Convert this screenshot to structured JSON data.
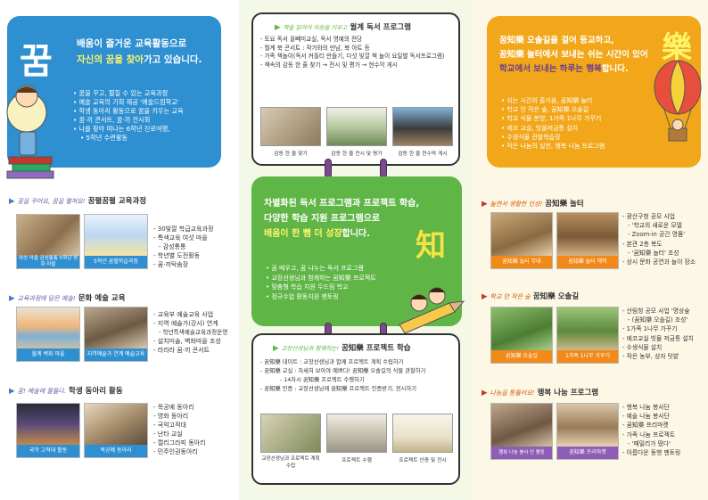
{
  "colors": {
    "blue": "#2e8fd1",
    "green": "#5fb545",
    "orange": "#f2a71a",
    "purple": "#6a5aa6"
  },
  "left_panel": {
    "hero": {
      "glyph": "꿈",
      "title_line1": "배움이 즐거운 교육활동으로",
      "title_hl": "자신의 꿈을 찾아",
      "title_line2_tail": "가고 있습니다.",
      "items": [
        "꿈을 꾸고, 펼칠 수 있는 교육과정",
        "예술 교육의 기회 제공 '예술드림학교'",
        "학생 동아리 활동으로 꿈을 키우는 교육",
        "꿈·끼 콘서트, 꿈·끼 전시회",
        "나를 찾아 떠나는 6학년 진로여행,",
        "5학년 수련활동"
      ]
    },
    "sections": [
      {
        "pre": "꿈을 꾸어요, 꿈을 펼쳐요!",
        "title": "꿈펼꿈펼 교육과정",
        "photos": [
          "여섯 마을 감성통통 5학년 영화 마을",
          "5학년 꿈펼학습과정"
        ],
        "items": [
          "30빛깔 학급교육과정",
          "특색교육 여섯 마을",
          "감성통통",
          "학년별 도전활동",
          "꿈·끼탁솜장"
        ]
      },
      {
        "pre": "교육과정에 담은 예술!",
        "title": "문화 예술 교육",
        "photos": [
          "월계 벽화 마을",
          "지역예술가 연계 예술교육"
        ],
        "items": [
          "교육부 예술교육 사업",
          "지역 예술가(강사) 연계",
          "학년특색예술교육과정운영",
          "설치미술, 벽화마을 조성",
          "라라라 꿈·끼 콘서트"
        ]
      },
      {
        "pre": "꿈! 예술에 물들다.",
        "title": "학생 동아리 활동",
        "photos": [
          "국악 고적대 활동",
          "목공예 동아리"
        ],
        "items": [
          "목공예 동아리",
          "영화 동아리",
          "국악고적대",
          "난타 교실",
          "캘리그라피 동아리",
          "민주인권동아리"
        ]
      }
    ]
  },
  "middle_panel": {
    "card_top": {
      "pre": "책을 읽어야 마음을 키우고",
      "title": "월계 독서 프로그램",
      "items": [
        "토요 독서 올빼미교실, 독서 명예의 전당",
        "월계 북 콘서트 : 작가와의 만남, 북 아트 등",
        "가족 책놀이(독서 커플티 만들기, 다섯 빛깔 책 놀이 요일별 독서프로그램)",
        "책속의 감동 한 줄 찾기 → 전시 및 평가 → 현수막 게시"
      ],
      "thumbs": [
        "감동 한 줄 찾기",
        "감동 한 줄 전시 및 평가",
        "감동 한 줄 현수막 게시"
      ]
    },
    "hero": {
      "glyph": "知",
      "title_line1": "차별화된 독서 프로그램과 프로젝트 학습,",
      "title_line2": "다양한 학습 지원 프로그램으로",
      "title_hl": "배움이 한 뼘 더 성장",
      "title_tail": "합니다.",
      "items": [
        "꿈 배우고, 꿈 나누는 독서 프로그램",
        "교장선생님과 함께하는 꿈知樂 프로젝트",
        "맞춤형 학습 지원 두드림 학교",
        "정규수업 활동지원 멘토링"
      ]
    },
    "card_bottom": {
      "pre": "교장선생님과 함께하는!",
      "title": "꿈知樂 프로젝트 학습",
      "items": [
        "꿈知樂 데이트 : 교장선생님과 함께 프로젝트 계획 수립하기",
        "꿈知樂 교실 : 자세히 보아야 예쁘다! 꿈知樂 오솔길의 식물 관찰하기",
        "14차시 꿈知樂 프로젝트 수행하기",
        "꿈知樂 인증 : 교장선생님께 꿈知樂 프로젝트 인증받기, 전시하기"
      ],
      "thumbs": [
        "교장선생님과 프로젝트 계획수립",
        "프로젝트 수행",
        "프로젝트 인증 및 전시"
      ]
    }
  },
  "right_panel": {
    "hero": {
      "glyph": "樂",
      "title_line1": "꿈知樂 오솔길을 걸어 등교하고,",
      "title_line2": "꿈知樂 놀터에서 보내는 쉬는 시간이 있어",
      "title_hl": "학교에서 보내는 하루는 행복",
      "title_tail": "합니다.",
      "items": [
        "쉬는 시간의 즐거움, 꿈知樂 놀터",
        "학교 안 작은 숲, 꿈知樂 오솔길",
        "학교 식물 분양, 1가족 1나무 가꾸기",
        "에코 교실, 빗물저금통 설치",
        "수생식물 관찰학습장",
        "작은 나눔의 실천, 행복 나눔 프로그램"
      ]
    },
    "sections": [
      {
        "pre": "놀면서 생활한 인성!",
        "title": "꿈知樂 놀터",
        "photos": [
          "꿈知樂 놀터 무대",
          "꿈知樂 놀터 해먹"
        ],
        "items": [
          "광산구청 공모 사업",
          "'학교의 새로운 모델",
          "Zoom-in 공간 명품'",
          "본관 2층 복도",
          "'꿈知樂 놀터' 조성",
          "상시 문화 공연과 놀이 장소"
        ]
      },
      {
        "pre": "학교 안 작은 숲",
        "title": "꿈知樂 오솔길",
        "photos": [
          "꿈知樂 오솔길",
          "1가족 1나무 가꾸기"
        ],
        "items": [
          "산림청 공모 사업 '명상숲",
          "(꿈知樂 오솔길) 조성'",
          "1가족 1나무 가꾸기",
          "에코교실 빗물 저금통 설치",
          "수생식물 설치",
          "작은 농부, 상자 텃밭"
        ]
      },
      {
        "pre": "나눔을 통들어요!",
        "title": "행복 나눔 프로그램",
        "photos": [
          "행복 나눔 봉사 단 활동",
          "꿈知樂 프리마켓"
        ],
        "items": [
          "행복 나눔 봉사단",
          "예술 나눔 봉사단",
          "꿈知樂 프리마켓",
          "가족 나눔 프로젝트",
          "'패밀리가 떴다'",
          "아름다운 동행 멘토링"
        ]
      }
    ]
  }
}
